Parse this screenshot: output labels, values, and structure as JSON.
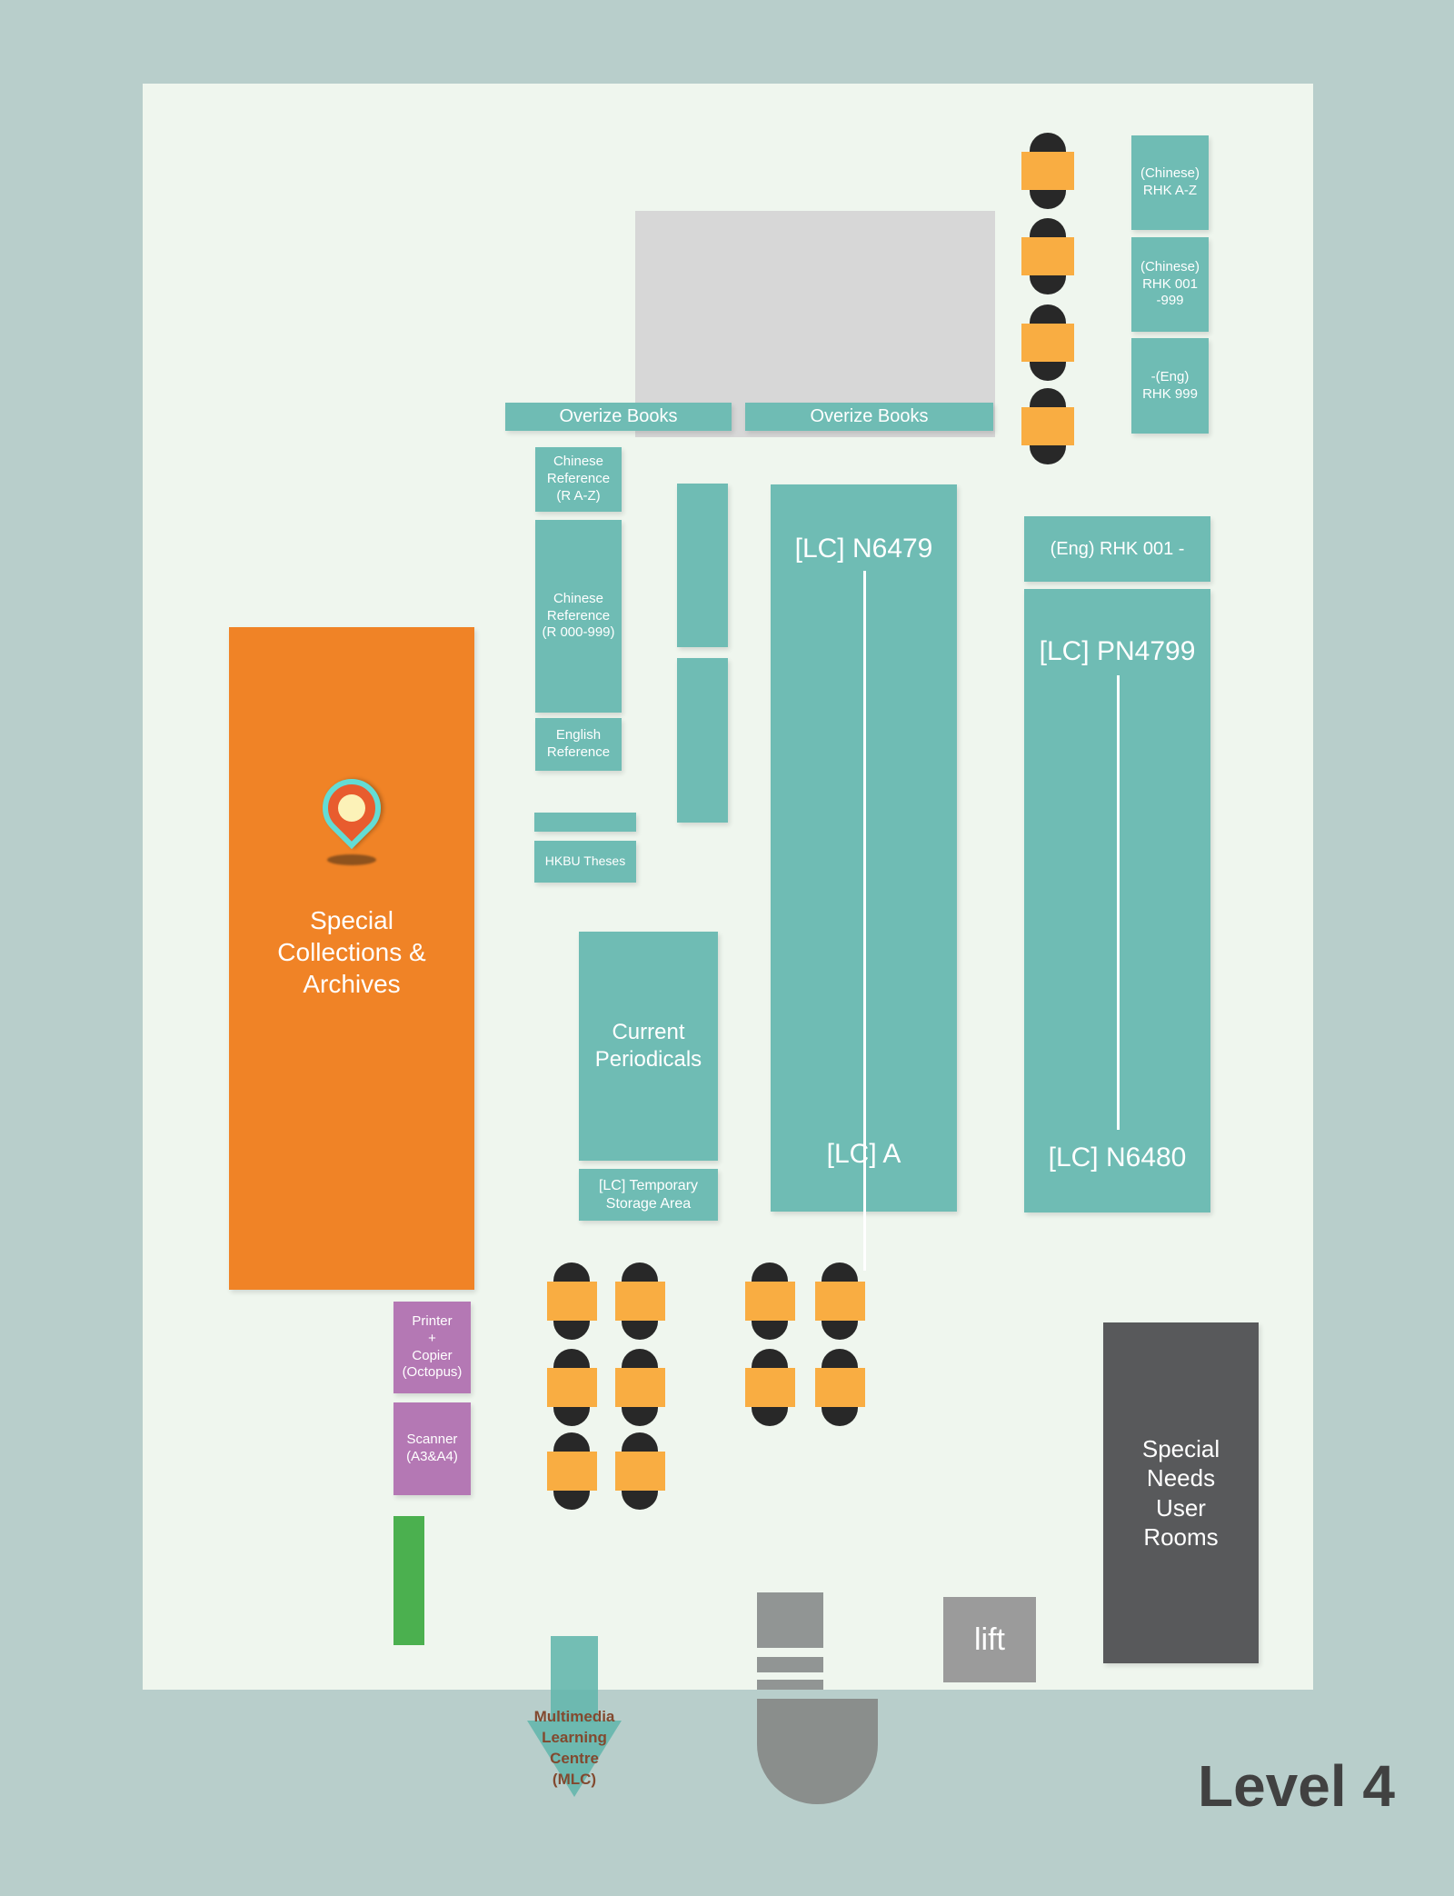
{
  "page": {
    "level_label": "Level 4"
  },
  "colors": {
    "background": "#b8cecb",
    "floor": "#eff6ee",
    "shelf_teal": "#6fbcb4",
    "special_collections_orange": "#f08326",
    "study_table_orange": "#f9ad42",
    "chair_black": "#282828",
    "equipment_purple": "#b478b4",
    "green_feature": "#4bb04f",
    "special_needs_gray": "#58595b",
    "lift_gray": "#9b9b9b",
    "stairs_gray": "#919594",
    "unlabeled_block_gray": "#d7d7d7",
    "arrow_teal": "rgba(98,182,172,0.88)",
    "arrow_text_brown": "#82492f",
    "pin_fill": "#e85c2e",
    "pin_ring": "#63dcd4",
    "pin_center": "#fcf2b8"
  },
  "labels": {
    "chinese_rhk_az": "(Chinese)\nRHK A-Z",
    "chinese_rhk_001_999": "(Chinese)\nRHK 001\n-999",
    "eng_rhk_999": "-(Eng)\nRHK 999",
    "overize_books_left": "Overize Books",
    "overize_books_right": "Overize Books",
    "chinese_reference_az": "Chinese\nReference\n(R A-Z)",
    "chinese_reference_000_999": "Chinese\nReference\n(R 000-999)",
    "english_reference": "English\nReference",
    "hkbu_theses": "HKBU Theses",
    "special_collections": "Special\nCollections &\nArchives",
    "current_periodicals": "Current\nPeriodicals",
    "lc_temporary_storage": "[LC] Temporary\nStorage Area",
    "lc_n6479": "[LC] N6479",
    "lc_a": "[LC] A",
    "eng_rhk_001": "(Eng) RHK 001 -",
    "lc_pn4799": "[LC] PN4799",
    "lc_n6480": "[LC] N6480",
    "printer_copier": "Printer\n+\nCopier\n(Octopus)",
    "scanner": "Scanner\n(A3&A4)",
    "special_needs_user_rooms": "Special\nNeeds\nUser\nRooms",
    "lift": "lift",
    "multimedia_learning_centre": "Multimedia\nLearning\nCentre\n(MLC)"
  }
}
